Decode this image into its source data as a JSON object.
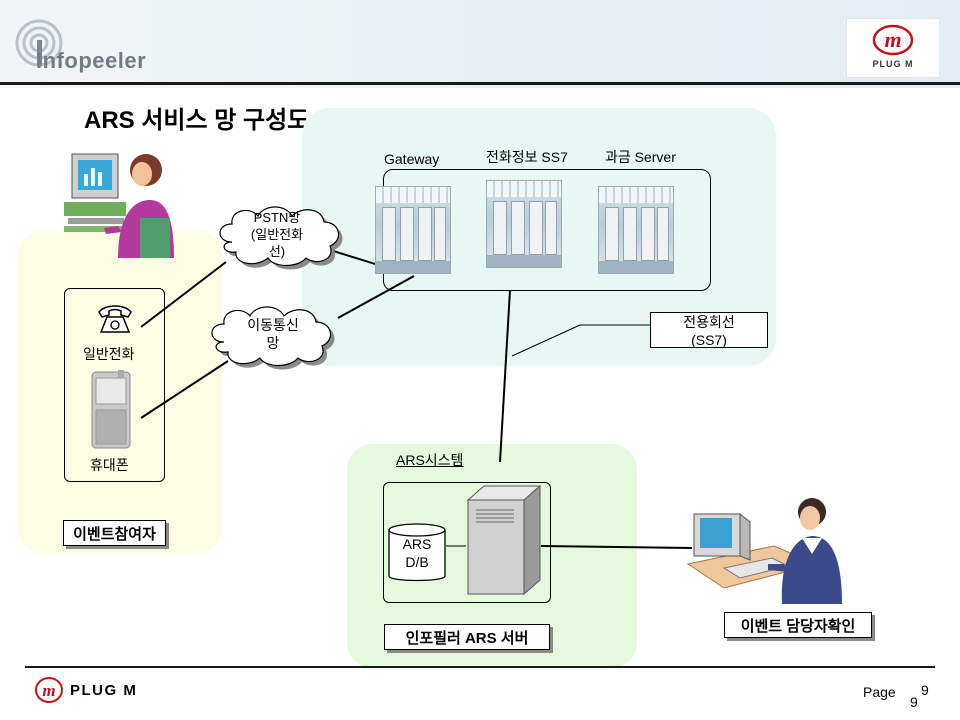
{
  "header": {
    "brand_name": "Infopeeler",
    "partner_brand": "PLUG M"
  },
  "slide": {
    "title": "ARS 서비스 망 구성도"
  },
  "network": {
    "gateway_label": "Gateway",
    "ss7_label": "전화정보 SS7",
    "billing_label": "과금 Server",
    "pstn_cloud": [
      "PSTN망",
      "(일반전화",
      "선)"
    ],
    "mobile_cloud": [
      "이동통신",
      "망"
    ],
    "dedicated_line": [
      "전용회선",
      "(SS7)"
    ]
  },
  "participant": {
    "landline_label": "일반전화",
    "mobile_label": "휴대폰",
    "group_label": "이벤트참여자"
  },
  "ars": {
    "system_label": "ARS시스템",
    "db_label": [
      "ARS",
      "D/B"
    ],
    "server_label": "인포필러 ARS 서버"
  },
  "operator": {
    "label": "이벤트 담당자확인"
  },
  "footer": {
    "brand": "PLUG M",
    "page_label": "Page",
    "page_number_top": "9",
    "page_number_bottom": "9"
  },
  "colors": {
    "network_zone": "#e6f7f4",
    "participant_zone": "#fdfde3",
    "ars_zone": "#e5f9dd",
    "brand_red": "#c0141c"
  }
}
